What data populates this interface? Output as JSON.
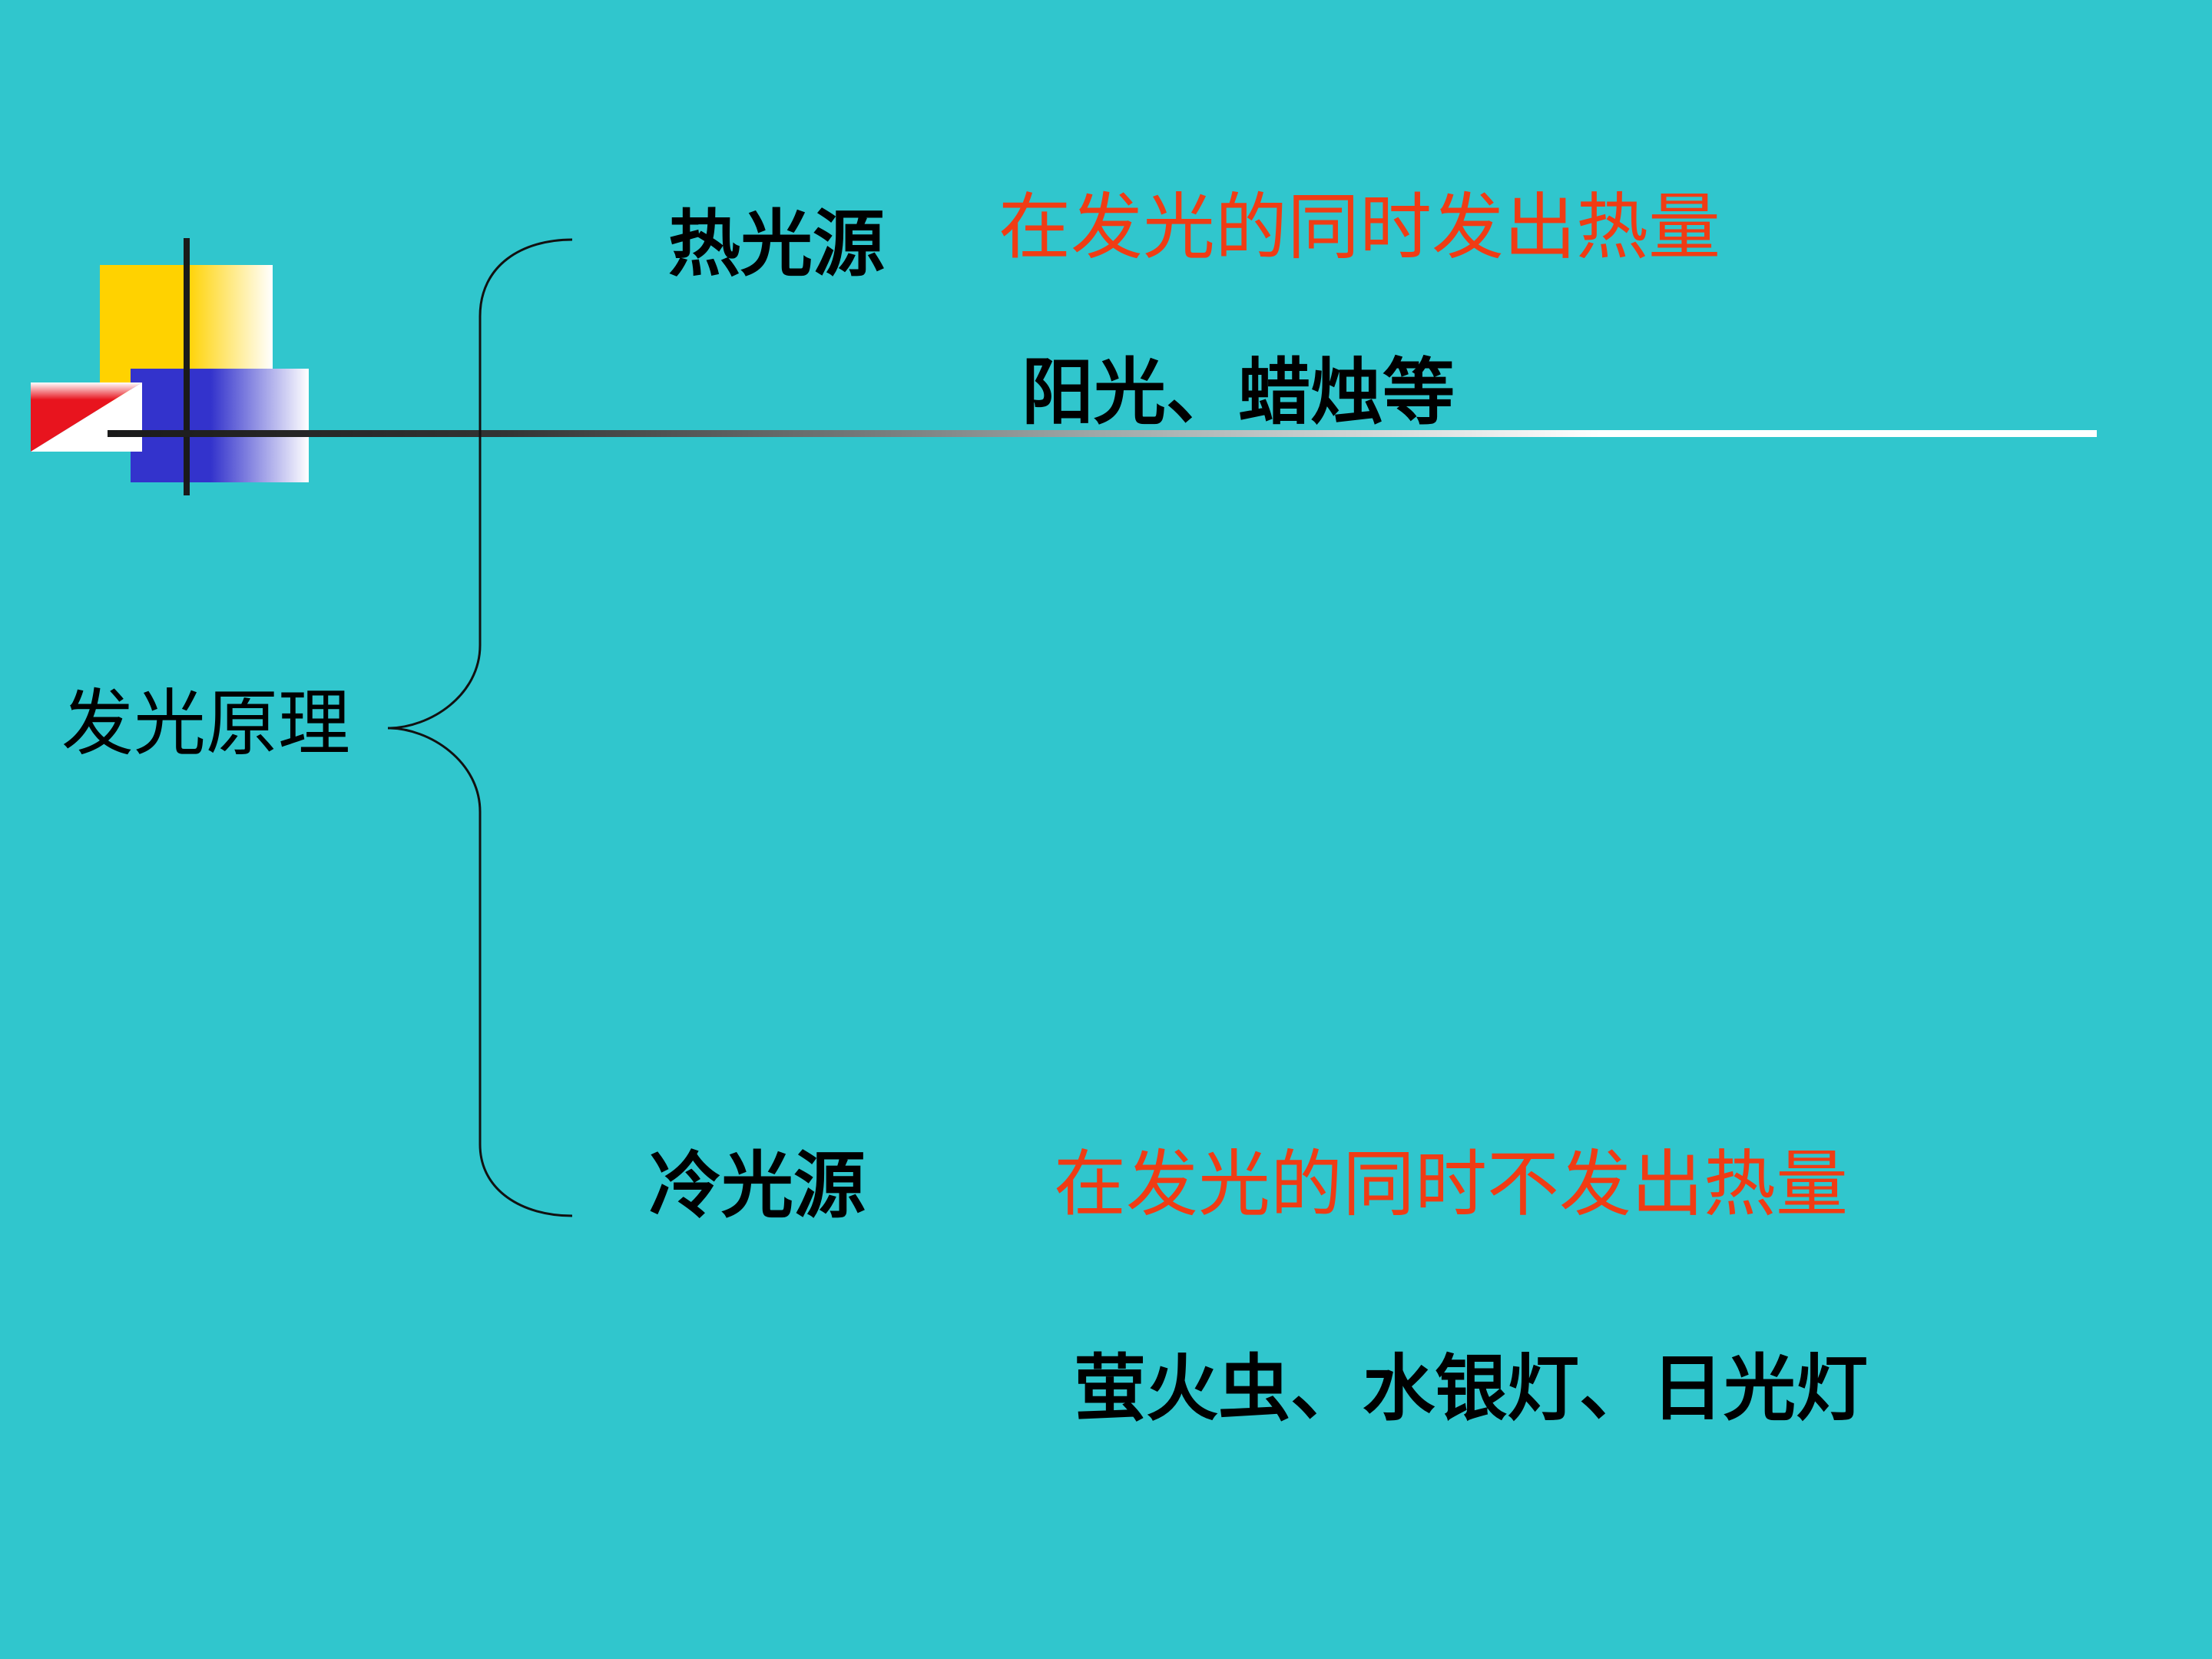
{
  "diagram": {
    "root": "发光原理",
    "branches": [
      {
        "label": "热光源",
        "definition": "在发光的同时发出热量",
        "examples": "阳光、蜡烛等"
      },
      {
        "label": "冷光源",
        "definition": "在发光的同时不发出热量",
        "examples": "萤火虫、水银灯、日光灯"
      }
    ]
  },
  "colors": {
    "background": "#30c6cd",
    "definition_text": "#f03c14",
    "label_text": "#000000",
    "deco_yellow": "#ffd200",
    "deco_blue": "#3333cc",
    "deco_red": "#e8141e"
  }
}
